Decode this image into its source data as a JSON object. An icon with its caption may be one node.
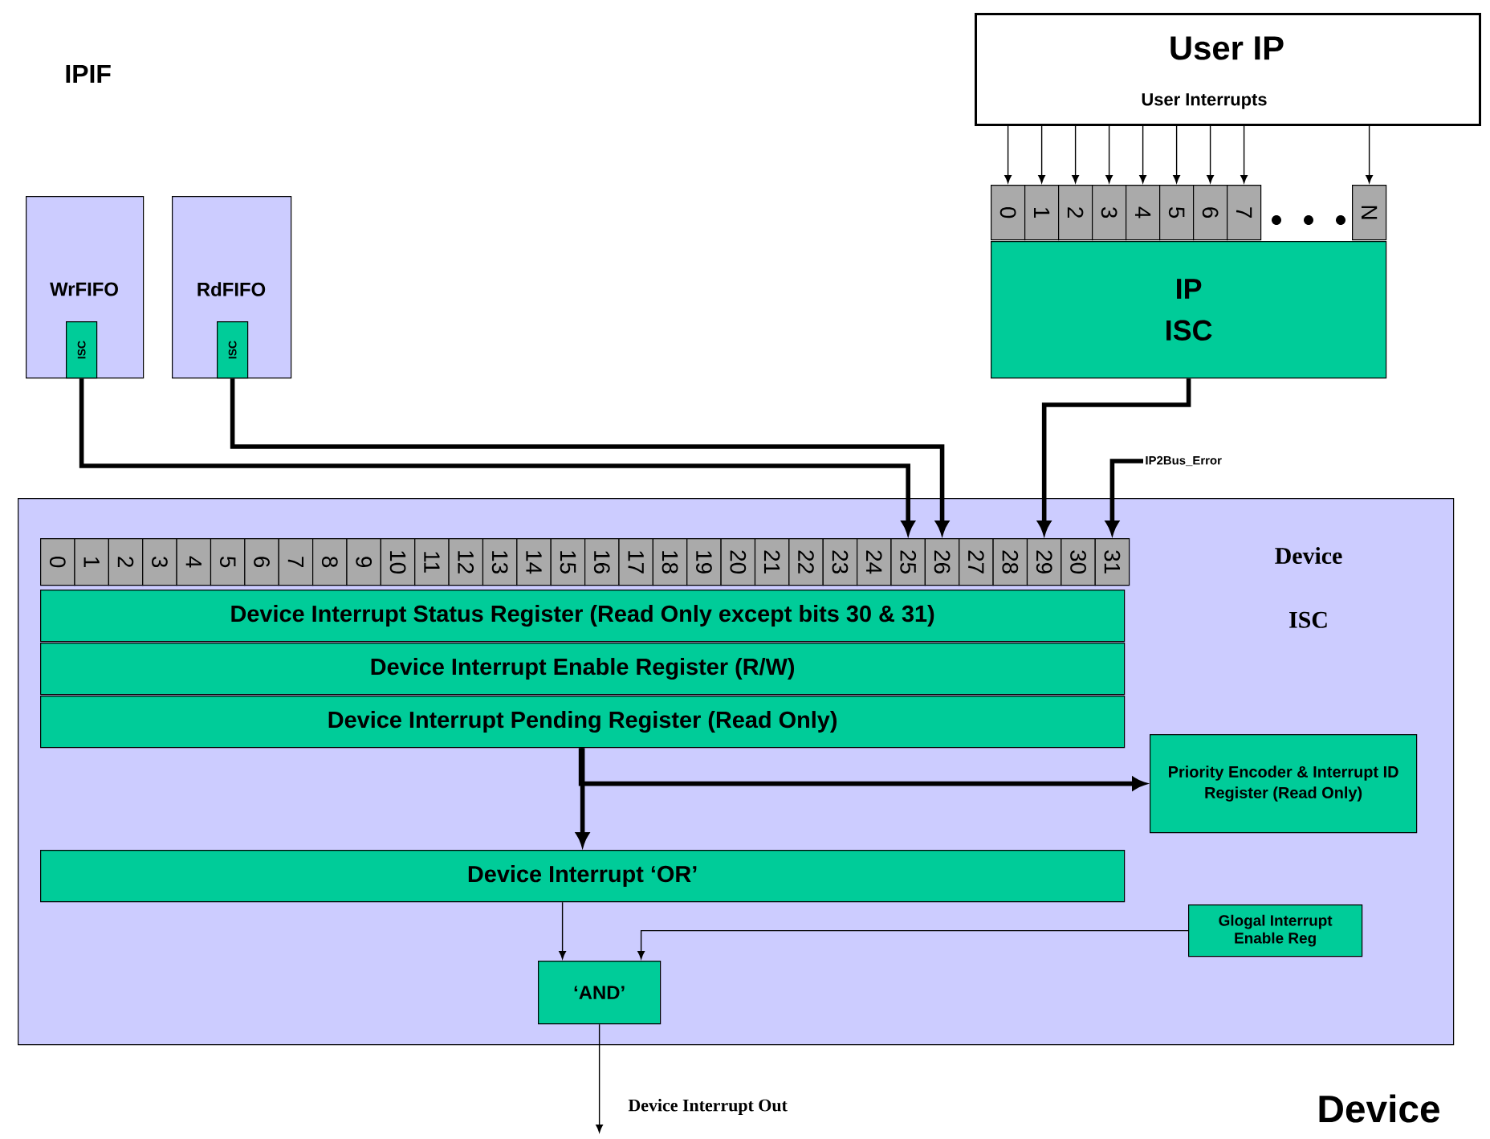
{
  "diagram": {
    "nodes": [
      {
        "text": [
          "User IP",
          "User Interrupts"
        ]
      },
      {
        "text": [
          "0"
        ]
      },
      {
        "text": [
          "1"
        ]
      },
      {
        "text": [
          "2"
        ]
      },
      {
        "text": [
          "3"
        ]
      },
      {
        "text": [
          "4"
        ]
      },
      {
        "text": [
          "5"
        ]
      },
      {
        "text": [
          "6"
        ]
      },
      {
        "text": [
          "7"
        ]
      },
      {
        "text": [
          "N"
        ]
      },
      {
        "text": [
          "IP ISC"
        ]
      },
      {
        "text": [
          "WrFIFO"
        ]
      },
      {
        "text": [
          "ISC"
        ],
        "in": 11
      },
      {
        "text": [
          "RdFIFO"
        ]
      },
      {
        "text": [
          "ISC"
        ],
        "in": 13
      },
      {
        "text": [
          "Device ISC"
        ]
      },
      {
        "text": [
          "0"
        ],
        "in": 15
      },
      {
        "text": [
          "1"
        ],
        "in": 15
      },
      {
        "text": [
          "2"
        ],
        "in": 15
      },
      {
        "text": [
          "3"
        ],
        "in": 15
      },
      {
        "text": [
          "4"
        ],
        "in": 15
      },
      {
        "text": [
          "5"
        ],
        "in": 15
      },
      {
        "text": [
          "6"
        ],
        "in": 15
      },
      {
        "text": [
          "7"
        ],
        "in": 15
      },
      {
        "text": [
          "8"
        ],
        "in": 15
      },
      {
        "text": [
          "9"
        ],
        "in": 15
      },
      {
        "text": [
          "10"
        ],
        "in": 15
      },
      {
        "text": [
          "11"
        ],
        "in": 15
      },
      {
        "text": [
          "12"
        ],
        "in": 15
      },
      {
        "text": [
          "13"
        ],
        "in": 15
      },
      {
        "text": [
          "14"
        ],
        "in": 15
      },
      {
        "text": [
          "15"
        ],
        "in": 15
      },
      {
        "text": [
          "16"
        ],
        "in": 15
      },
      {
        "text": [
          "17"
        ],
        "in": 15
      },
      {
        "text": [
          "18"
        ],
        "in": 15
      },
      {
        "text": [
          "19"
        ],
        "in": 15
      },
      {
        "text": [
          "20"
        ],
        "in": 15
      },
      {
        "text": [
          "21"
        ],
        "in": 15
      },
      {
        "text": [
          "22"
        ],
        "in": 15
      },
      {
        "text": [
          "23"
        ],
        "in": 15
      },
      {
        "text": [
          "24"
        ],
        "in": 15
      },
      {
        "text": [
          "25"
        ],
        "in": 15
      },
      {
        "text": [
          "26"
        ],
        "in": 15
      },
      {
        "text": [
          "27"
        ],
        "in": 15
      },
      {
        "text": [
          "28"
        ],
        "in": 15
      },
      {
        "text": [
          "29"
        ],
        "in": 15
      },
      {
        "text": [
          "30"
        ],
        "in": 15
      },
      {
        "text": [
          "31"
        ],
        "in": 15
      },
      {
        "text": [
          "Device Interrupt Status Register (Read Only except bits 30 & 31)"
        ],
        "in": 15
      },
      {
        "text": [
          "Device Interrupt Enable Register (R/W)"
        ],
        "in": 15
      },
      {
        "text": [
          "Device Interrupt Pending Register (Read Only)"
        ],
        "in": 15
      },
      {
        "text": [
          "Priority Encoder & Interrupt ID Register (Read Only)"
        ],
        "in": 15
      },
      {
        "text": [
          "Device Interrupt ‘OR’"
        ],
        "in": 15
      },
      {
        "text": [
          "Glogal Interrupt Enable Reg"
        ],
        "in": 15
      },
      {
        "text": [
          "‘AND’"
        ],
        "in": 15
      },
      {
        "text": [
          "IP2Bus_Error"
        ]
      }
    ],
    "edges": [
      {
        "from": 0,
        "to": 1,
        "arrow": "to"
      },
      {
        "from": 0,
        "to": 2,
        "arrow": "to"
      },
      {
        "from": 0,
        "to": 3,
        "arrow": "to"
      },
      {
        "from": 0,
        "to": 4,
        "arrow": "to"
      },
      {
        "from": 0,
        "to": 5,
        "arrow": "to"
      },
      {
        "from": 0,
        "to": 6,
        "arrow": "to"
      },
      {
        "from": 0,
        "to": 7,
        "arrow": "to"
      },
      {
        "from": 0,
        "to": 8,
        "arrow": "to"
      },
      {
        "from": 0,
        "to": 9,
        "arrow": "to"
      },
      {
        "from": 12,
        "to": 41,
        "arrow": "to",
        "style": "thick"
      },
      {
        "from": 14,
        "to": 42,
        "arrow": "to",
        "style": "thick"
      },
      {
        "from": 10,
        "to": 45,
        "arrow": "to",
        "style": "thick"
      },
      {
        "from": 55,
        "to": 47,
        "arrow": "to",
        "style": "thick"
      },
      {
        "from": 50,
        "to": 52,
        "arrow": "to",
        "style": "thick"
      },
      {
        "from": 50,
        "to": 51,
        "arrow": "to",
        "style": "thick"
      },
      {
        "from": 52,
        "to": 54,
        "arrow": "to"
      },
      {
        "from": 53,
        "to": 54,
        "arrow": "to"
      },
      {
        "from": 54,
        "to": null,
        "arrow": "to",
        "label": "Device Interrupt Out"
      }
    ],
    "labels": [
      "IPIF",
      "Device"
    ]
  }
}
